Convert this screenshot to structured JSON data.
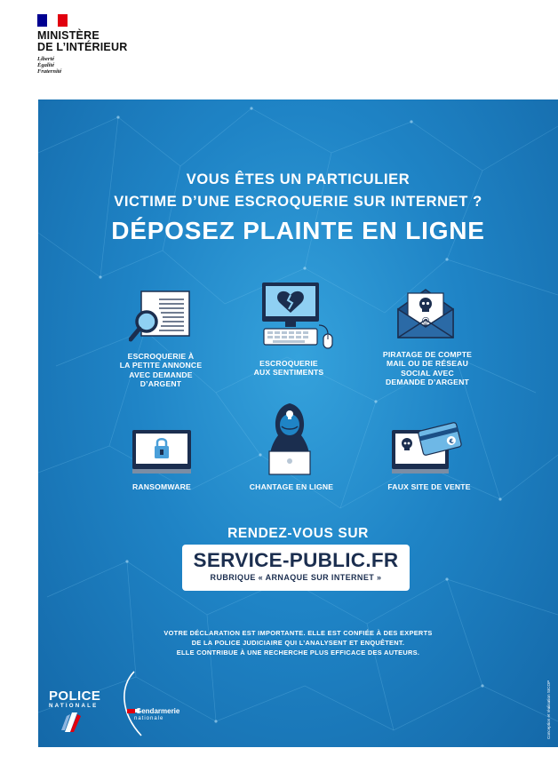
{
  "header": {
    "flag_colors": [
      "#000091",
      "#ffffff",
      "#e1000f"
    ],
    "ministry_line1": "MINISTÈRE",
    "ministry_line2": "DE L’INTÉRIEUR",
    "motto1": "Liberté",
    "motto2": "Égalité",
    "motto3": "Fraternité"
  },
  "poster": {
    "title_line1": "VOUS ÊTES UN PARTICULIER",
    "title_line2": "VICTIME D’UNE ESCROQUERIE SUR INTERNET ?",
    "headline": "DÉPOSEZ PLAINTE EN LIGNE",
    "items": [
      {
        "icon": "document-magnifier-icon",
        "lines": [
          "ESCROQUERIE À",
          "LA PETITE ANNONCE",
          "AVEC DEMANDE",
          "D’ARGENT"
        ]
      },
      {
        "icon": "broken-heart-computer-icon",
        "lines": [
          "ESCROQUERIE",
          "AUX SENTIMENTS"
        ]
      },
      {
        "icon": "envelope-skull-icon",
        "lines": [
          "PIRATAGE DE COMPTE",
          "MAIL OU DE RÉSEAU",
          "SOCIAL AVEC",
          "DEMANDE D’ARGENT"
        ]
      },
      {
        "icon": "locked-monitor-icon",
        "lines": [
          "RANSOMWARE"
        ]
      },
      {
        "icon": "hooded-hacker-icon",
        "lines": [
          "CHANTAGE EN LIGNE"
        ]
      },
      {
        "icon": "fake-shop-card-icon",
        "lines": [
          "FAUX SITE DE VENTE"
        ]
      }
    ],
    "cta_intro": "RENDEZ-VOUS SUR",
    "site": "SERVICE-PUBLIC.FR",
    "rubric": "RUBRIQUE « ARNAQUE SUR INTERNET »",
    "info_line1": "VOTRE DÉCLARATION EST IMPORTANTE. ELLE EST CONFIÉE À DES EXPERTS",
    "info_line2": "DE LA POLICE JUDICIAIRE QUI L’ANALYSENT ET ENQUÊTENT.",
    "info_line3": "ELLE CONTRIBUE À UNE RECHERCHE PLUS EFFICACE DES AUTEURS.",
    "credit": "Conception et réalisation SICOP",
    "colors": {
      "background": "#1f84c6",
      "accent_blue": "#1b2e4f"
    }
  },
  "logos": {
    "police_word": "POLICE",
    "police_sub": "NATIONALE",
    "gendarmerie_word": "Gendarmerie",
    "gendarmerie_sub": "nationale"
  }
}
